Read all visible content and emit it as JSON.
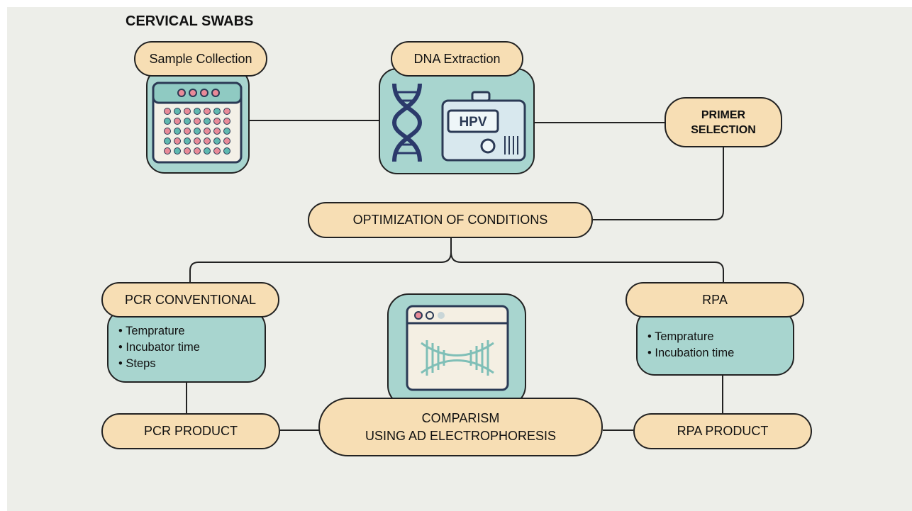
{
  "title": "CERVICAL SWABS",
  "nodes": {
    "sample_collection": "Sample Collection",
    "dna_extraction": "DNA Extraction",
    "primer_selection_line1": "PRIMER",
    "primer_selection_line2": "SELECTION",
    "optimization": "OPTIMIZATION OF CONDITIONS",
    "pcr_conventional": "PCR CONVENTIONAL",
    "rpa": "RPA",
    "pcr_product": "PCR PRODUCT",
    "rpa_product": "RPA PRODUCT",
    "comparism_line1": "COMPARISM",
    "comparism_line2": "USING AD ELECTROPHORESIS"
  },
  "pcr_params": [
    "Temprature",
    "Incubator time",
    "Steps"
  ],
  "rpa_params": [
    "Temprature",
    "Incubation time"
  ],
  "hpv_label": "HPV",
  "icons": [
    "sample-plate-icon",
    "dna-helix-icon",
    "hpv-machine-icon",
    "electrophoresis-window-icon"
  ],
  "colors": {
    "background": "#edeee9",
    "pill": "#f7deb4",
    "teal": "#a8d5cf",
    "line": "#222222"
  }
}
